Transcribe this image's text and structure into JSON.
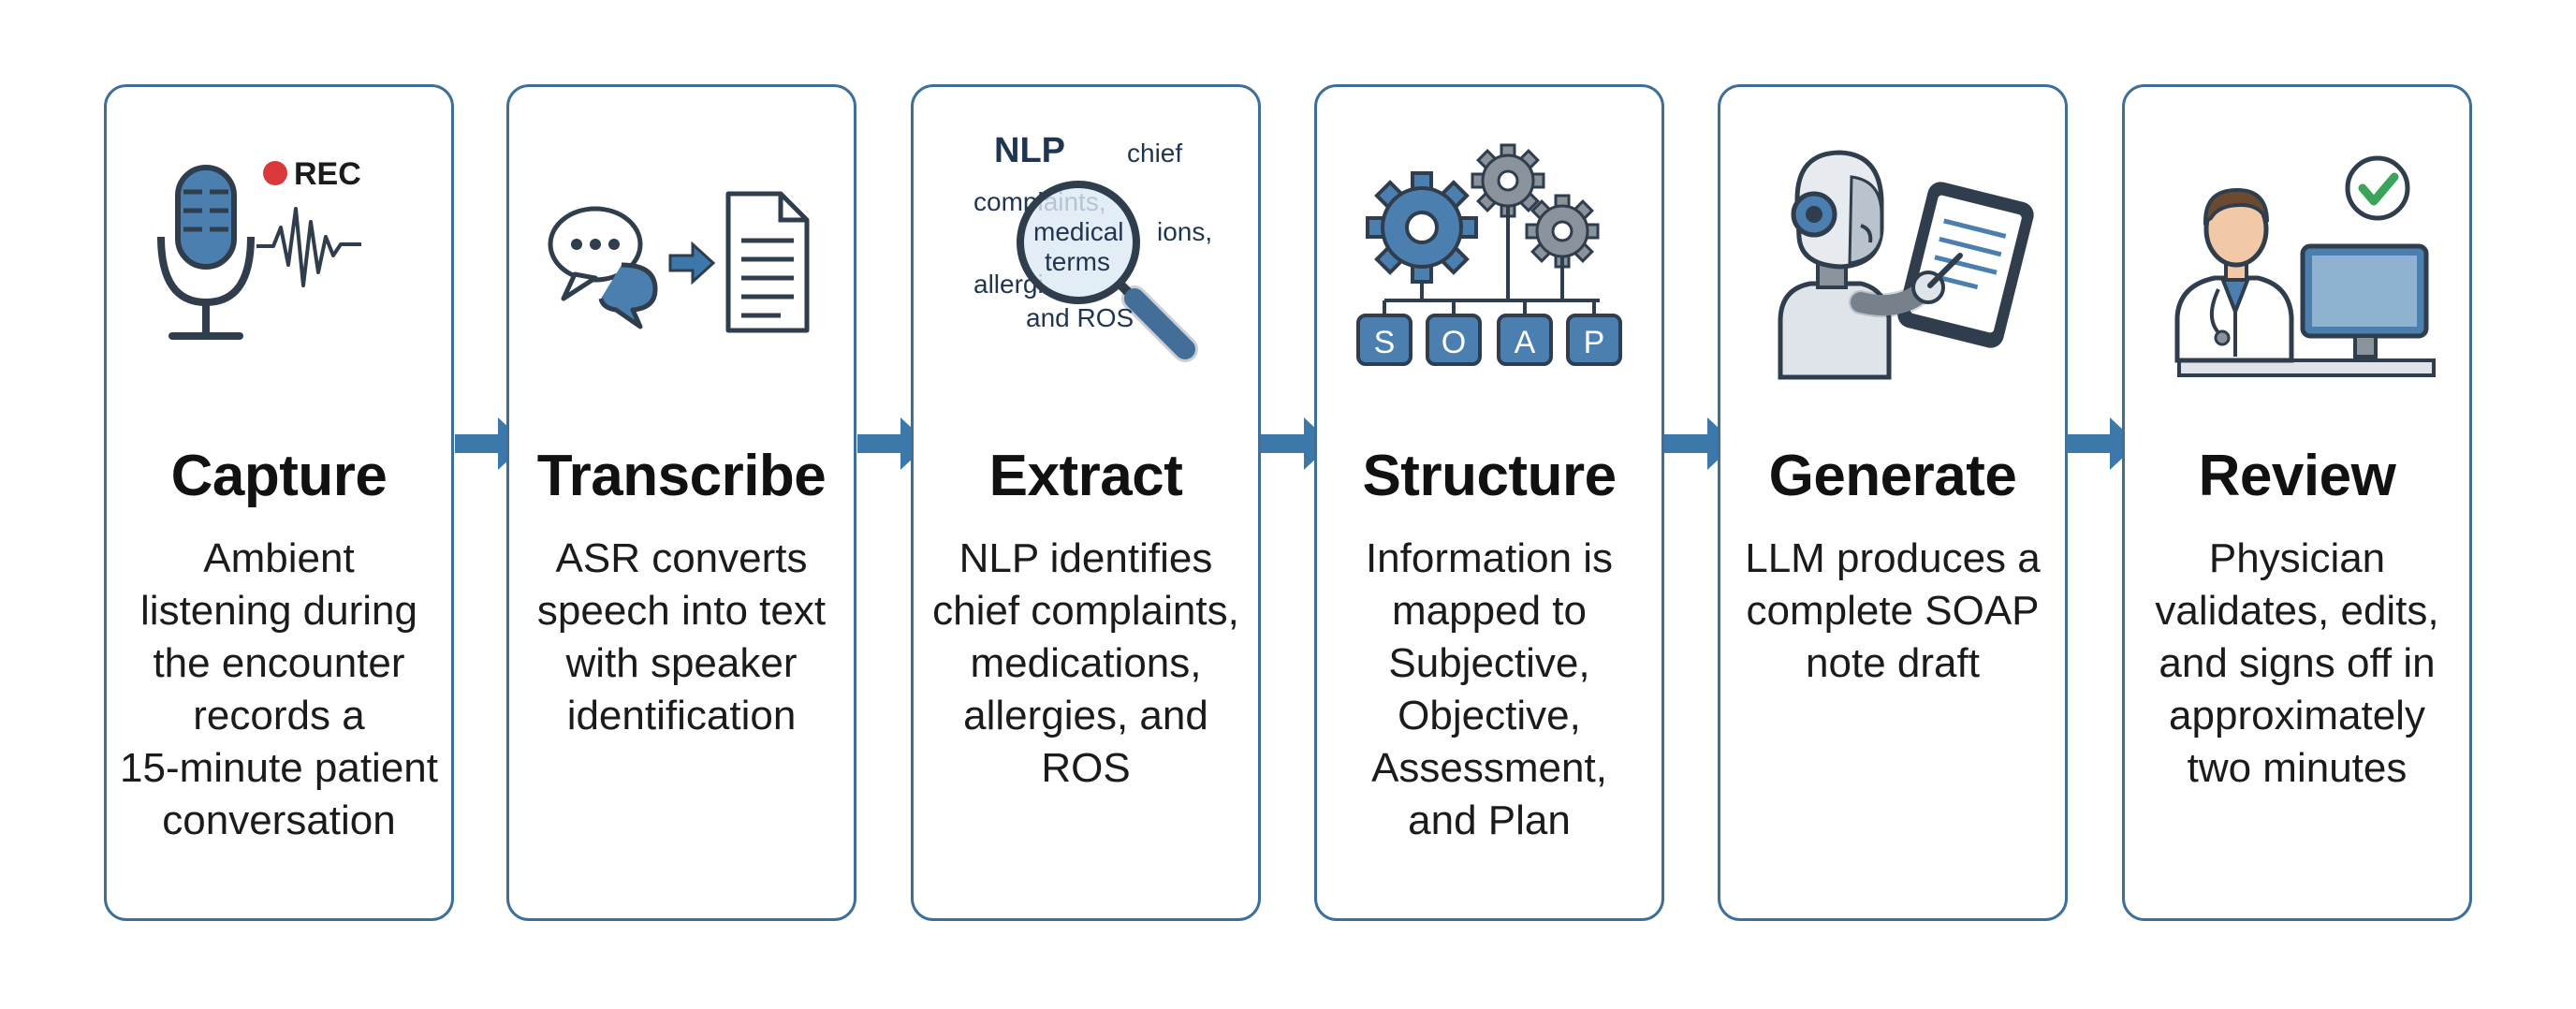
{
  "colors": {
    "border": "#3f6f96",
    "arrow": "#3d78ab",
    "icon_blue": "#4a7fb0",
    "icon_dark": "#2f3d4c",
    "rec_red": "#d9393b",
    "check_green": "#3aa55a"
  },
  "steps": [
    {
      "title": "Capture",
      "description": "Ambient\nlistening during\nthe encounter\nrecords a\n15-minute patient\nconversation",
      "icon": "microphone-waveform-icon",
      "icon_label": "REC"
    },
    {
      "title": "Transcribe",
      "description": "ASR converts\nspeech into text\nwith speaker\nidentification",
      "icon": "speech-to-document-icon"
    },
    {
      "title": "Extract",
      "description": "NLP identifies\nchief complaints,\nmedications,\nallergies, and\nROS",
      "icon": "magnifying-glass-icon",
      "icon_words": [
        "NLP",
        "chief",
        "complaints,",
        "medical",
        "terms",
        "ions,",
        "allergi",
        "and ROS"
      ]
    },
    {
      "title": "Structure",
      "description": "Information is\nmapped to\nSubjective,\nObjective,\nAssessment,\nand Plan",
      "icon": "gears-soap-icon",
      "icon_letters": [
        "S",
        "O",
        "A",
        "P"
      ]
    },
    {
      "title": "Generate",
      "description": "LLM produces a\ncomplete SOAP\nnote draft",
      "icon": "robot-writing-icon"
    },
    {
      "title": "Review",
      "description": "Physician\nvalidates, edits,\nand signs off in\napproximately\ntwo minutes",
      "icon": "physician-computer-check-icon"
    }
  ]
}
